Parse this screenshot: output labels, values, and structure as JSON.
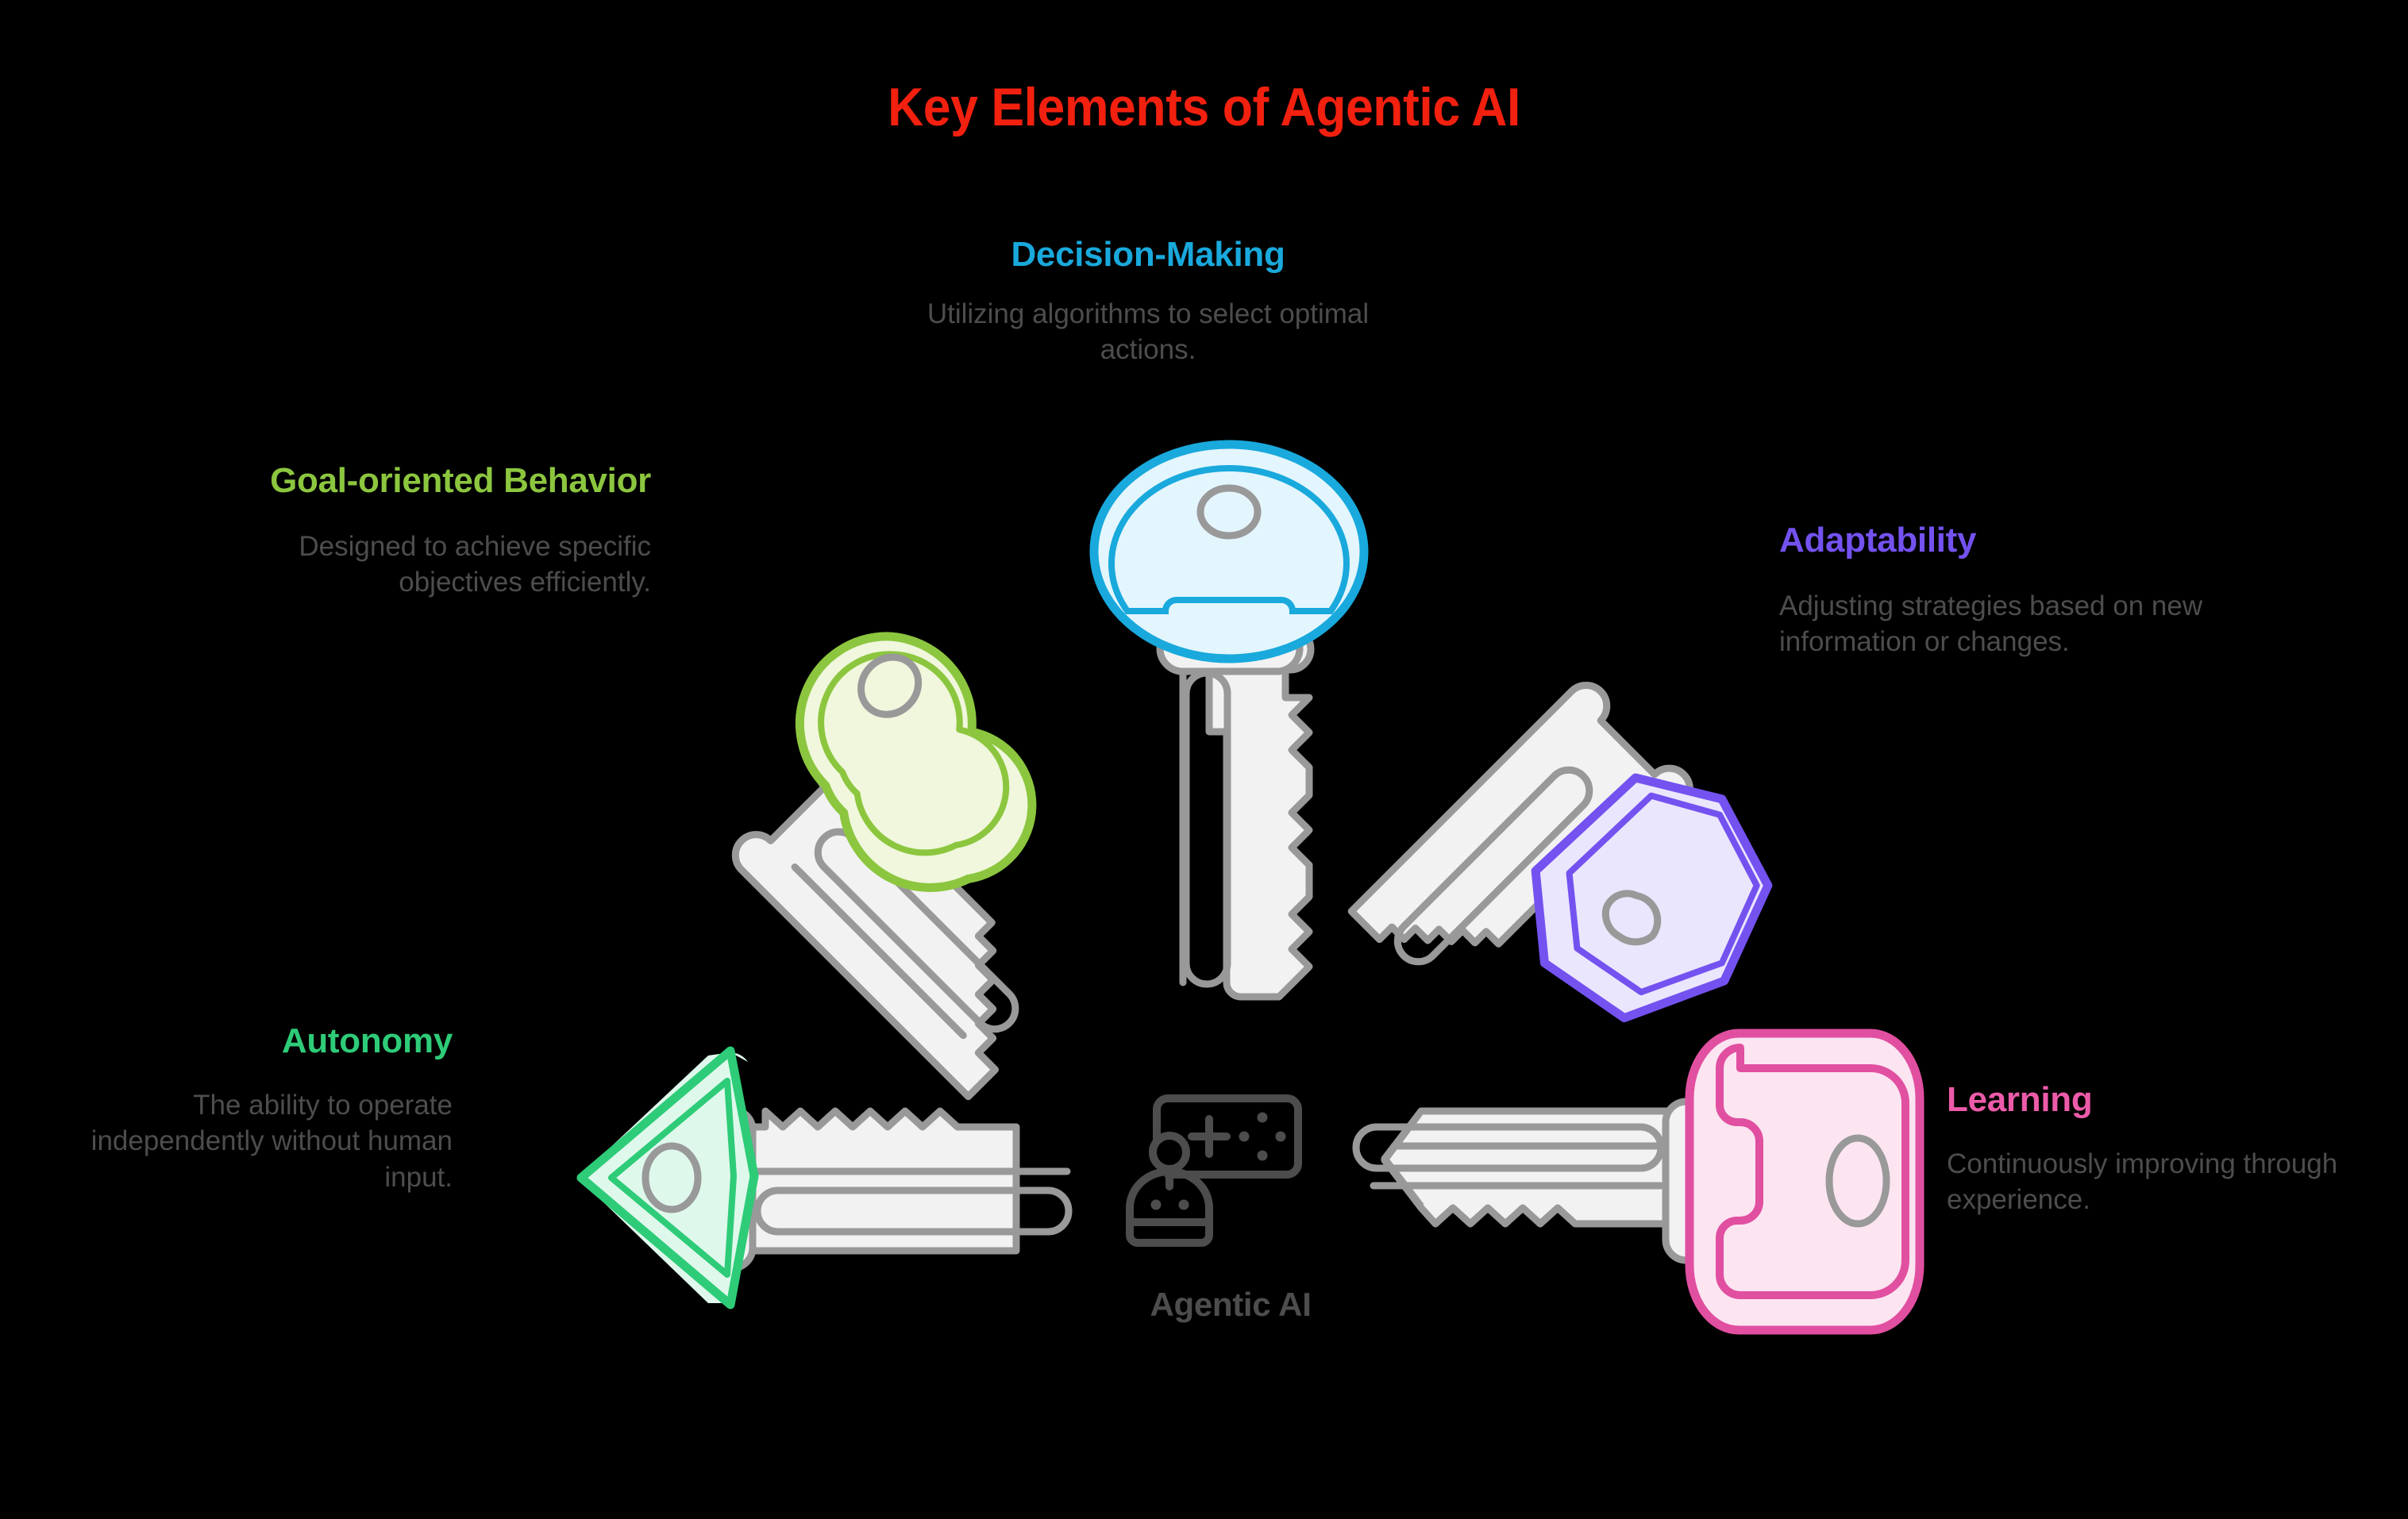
{
  "title": "Key Elements of Agentic AI",
  "title_color": "#F2200F",
  "background_color": "#000000",
  "body_text_color": "#4D4D4D",
  "center": {
    "label": "Agentic AI",
    "icon": "robot-with-speech-panel-icon"
  },
  "elements": [
    {
      "id": "decision-making",
      "heading": "Decision-Making",
      "body": "Utilizing algorithms to select optimal actions.",
      "color": "#19A9DC",
      "fill": "#E3F5FD",
      "key_icon": "oval-bow-key-icon",
      "position": "top-center"
    },
    {
      "id": "goal-oriented-behavior",
      "heading": "Goal-oriented Behavior",
      "body": "Designed to achieve specific objectives efficiently.",
      "color": "#8CC63F",
      "fill": "#F0F7DC",
      "key_icon": "clover-bow-key-icon",
      "position": "upper-left"
    },
    {
      "id": "adaptability",
      "heading": "Adaptability",
      "body": "Adjusting strategies based on new information or changes.",
      "color": "#7452F0",
      "fill": "#EAE6FD",
      "key_icon": "hexagon-bow-key-icon",
      "position": "upper-right"
    },
    {
      "id": "autonomy",
      "heading": "Autonomy",
      "body": "The ability to operate independently without human input.",
      "color": "#2ECC78",
      "fill": "#DFF8EC",
      "key_icon": "diamond-bow-key-icon",
      "position": "lower-left"
    },
    {
      "id": "learning",
      "heading": "Learning",
      "body": "Continuously improving through experience.",
      "color": "#EC5BA9",
      "fill": "#FCE4F1",
      "key_icon": "rounded-rect-bow-key-icon",
      "position": "lower-right"
    }
  ],
  "key_metal": {
    "fill": "#F2F2F2",
    "stroke": "#999999"
  }
}
